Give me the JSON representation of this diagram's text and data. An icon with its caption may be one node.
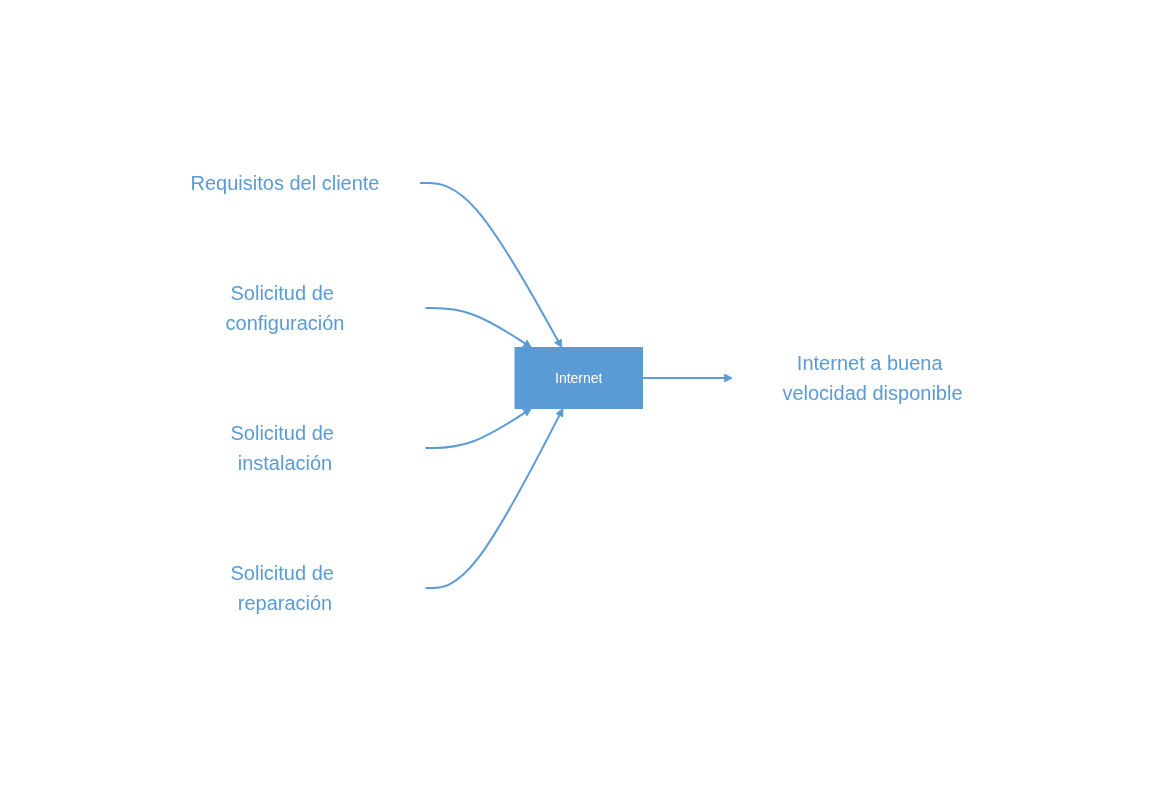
{
  "diagram": {
    "nodes": [
      {
        "text": [
          "Requisitos del cliente"
        ]
      },
      {
        "text": [
          "Solicitud de configuración"
        ]
      },
      {
        "text": [
          "Solicitud de instalación"
        ]
      },
      {
        "text": [
          "Solicitud de reparación"
        ]
      },
      {
        "text": [
          "Internet"
        ]
      },
      {
        "text": [
          "Internet a buena velocidad disponible"
        ]
      }
    ],
    "edges": [
      {
        "from": 0,
        "to": 4,
        "arrow": "to"
      },
      {
        "from": 1,
        "to": 4,
        "arrow": "to"
      },
      {
        "from": 2,
        "to": 4,
        "arrow": "to"
      },
      {
        "from": 3,
        "to": 4,
        "arrow": "to"
      },
      {
        "from": 4,
        "to": 5,
        "arrow": "to"
      }
    ]
  }
}
